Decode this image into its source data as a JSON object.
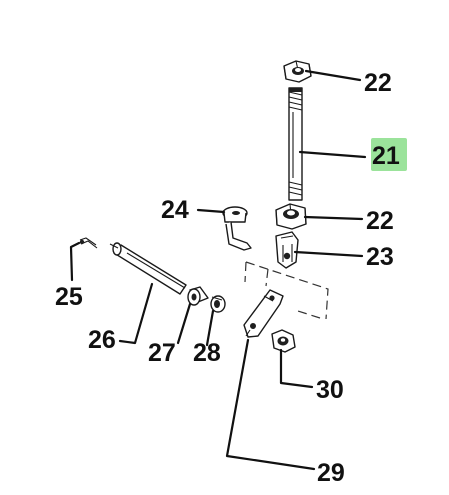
{
  "callouts": [
    {
      "id": "p22a",
      "label": "22"
    },
    {
      "id": "p21",
      "label": "21",
      "highlight_color": "#9be39b"
    },
    {
      "id": "p24",
      "label": "24"
    },
    {
      "id": "p22b",
      "label": "22"
    },
    {
      "id": "p23",
      "label": "23"
    },
    {
      "id": "p25",
      "label": "25"
    },
    {
      "id": "p26",
      "label": "26"
    },
    {
      "id": "p27",
      "label": "27"
    },
    {
      "id": "p28",
      "label": "28"
    },
    {
      "id": "p30",
      "label": "30"
    },
    {
      "id": "p29",
      "label": "29"
    }
  ],
  "colors": {
    "highlight": "#9be39b",
    "ink": "#111111",
    "background": "#ffffff"
  }
}
